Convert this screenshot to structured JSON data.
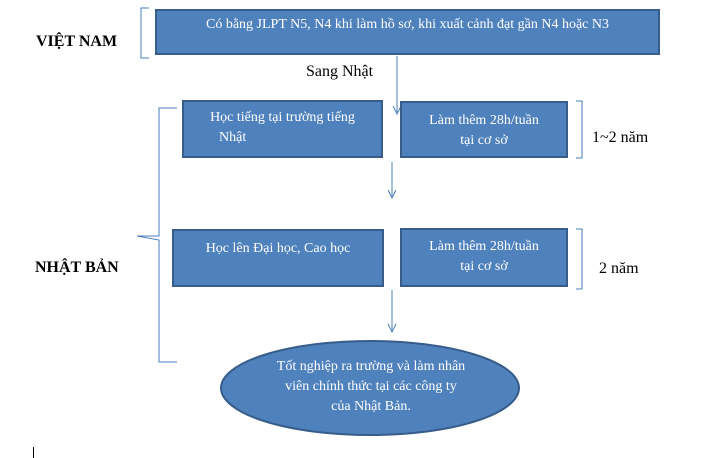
{
  "regions": {
    "vietnam": "VIỆT NAM",
    "japan": "NHẬT BẢN"
  },
  "top_box": "Có bằng  JLPT N5, N4 khi làm hồ sơ, khi xuất cảnh đạt gần N4 hoặc N3",
  "transition_label": "Sang Nhật",
  "stage1": {
    "left_lines": [
      "Học tiếng tại trường tiếng",
      "Nhật"
    ],
    "right_lines": [
      "Làm thêm 28h/tuần",
      "tại cơ sở"
    ],
    "duration": "1~2 năm"
  },
  "stage2": {
    "left_lines": [
      "Học lên Đại học, Cao học"
    ],
    "right_lines": [
      "Làm thêm 28h/tuần",
      "tại cơ sở"
    ],
    "duration": "2 năm"
  },
  "final_lines": [
    "Tốt nghiệp ra trường và làm nhân",
    "viên chính thức tại các công ty",
    "của Nhật Bản."
  ],
  "colors": {
    "box_fill": "#4f81bd",
    "box_border": "#385d8a",
    "connector": "#4a7ebb",
    "text_on_box": "#ffffff"
  }
}
